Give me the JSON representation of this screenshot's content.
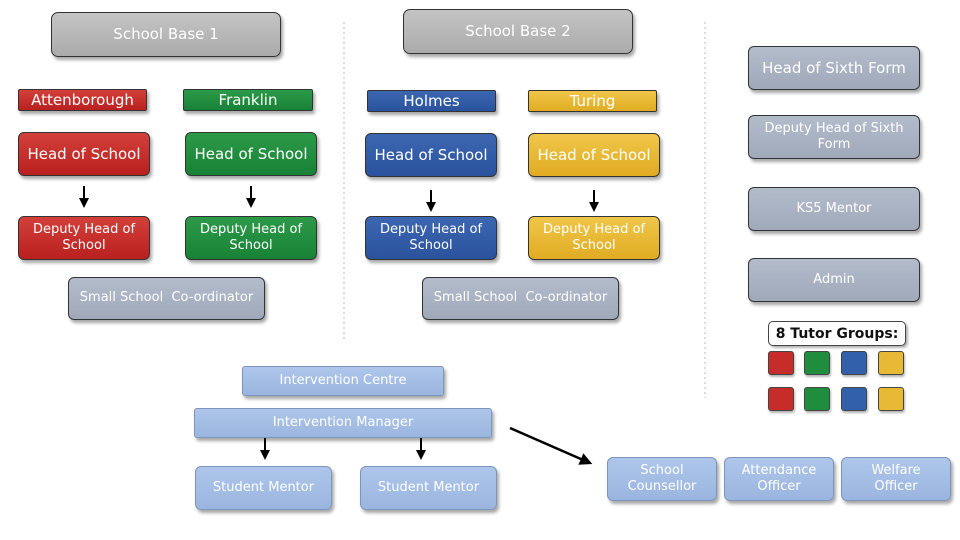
{
  "base1": {
    "title": "School Base 1",
    "school_a": {
      "name": "Attenborough",
      "head": "Head of School",
      "deputy": "Deputy Head of School",
      "color": "#c62d2a"
    },
    "school_b": {
      "name": "Franklin",
      "head": "Head of School",
      "deputy": "Deputy Head of School",
      "color": "#208c3e"
    },
    "coordinator": "Small School  Co-ordinator"
  },
  "base2": {
    "title": "School Base 2",
    "school_a": {
      "name": "Holmes",
      "head": "Head of School",
      "deputy": "Deputy Head of School",
      "color": "#3360aa"
    },
    "school_b": {
      "name": "Turing",
      "head": "Head of School",
      "deputy": "Deputy Head of School",
      "color": "#e8b935"
    },
    "coordinator": "Small School  Co-ordinator"
  },
  "sixth_form": {
    "head": "Head of Sixth Form",
    "deputy": "Deputy Head of Sixth Form",
    "mentor": "KS5 Mentor",
    "admin": "Admin",
    "tutor_groups_label": "8 Tutor Groups:",
    "tutor_group_colors": [
      "#c62d2a",
      "#208c3e",
      "#3360aa",
      "#e8b935",
      "#c62d2a",
      "#208c3e",
      "#3360aa",
      "#e8b935"
    ]
  },
  "intervention": {
    "centre": "Intervention Centre",
    "manager": "Intervention Manager",
    "mentor_1": "Student Mentor",
    "mentor_2": "Student Mentor"
  },
  "support": {
    "counsellor": "School Counsellor",
    "attendance": "Attendance Officer",
    "welfare": "Welfare Officer"
  }
}
